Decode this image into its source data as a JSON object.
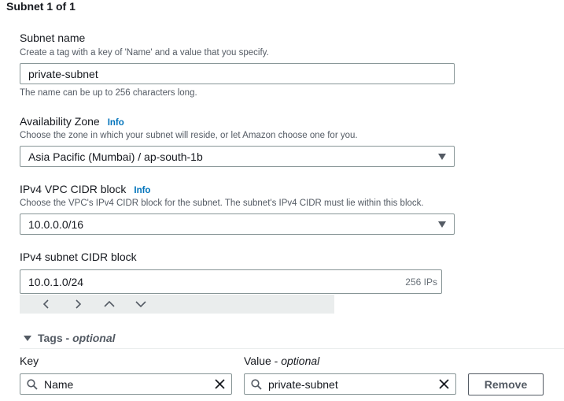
{
  "section": {
    "heading": "Subnet 1 of 1"
  },
  "subnet_name": {
    "label": "Subnet name",
    "description": "Create a tag with a key of 'Name' and a value that you specify.",
    "value": "private-subnet",
    "constraint": "The name can be up to 256 characters long."
  },
  "availability_zone": {
    "label": "Availability Zone",
    "info": "Info",
    "description": "Choose the zone in which your subnet will reside, or let Amazon choose one for you.",
    "selected": "Asia Pacific (Mumbai) / ap-south-1b"
  },
  "vpc_cidr": {
    "label": "IPv4 VPC CIDR block",
    "info": "Info",
    "description": "Choose the VPC's IPv4 CIDR block for the subnet. The subnet's IPv4 CIDR must lie within this block.",
    "selected": "10.0.0.0/16"
  },
  "subnet_cidr": {
    "label": "IPv4 subnet CIDR block",
    "value": "10.0.1.0/24",
    "ip_count": "256 IPs"
  },
  "tags": {
    "toggle_label": "Tags - ",
    "toggle_optional": "optional",
    "key_header": "Key",
    "value_header": "Value - ",
    "value_optional": "optional",
    "key_value": "Name",
    "value_value": "private-subnet",
    "remove_label": "Remove"
  },
  "icons": [
    "search-icon",
    "clear-icon",
    "caret-down-icon",
    "chevron-left-icon",
    "chevron-right-icon",
    "chevron-up-icon",
    "chevron-down-icon"
  ],
  "colors": {
    "link": "#0073bb",
    "border": "#879596",
    "text": "#16191f",
    "muted": "#545b64"
  }
}
